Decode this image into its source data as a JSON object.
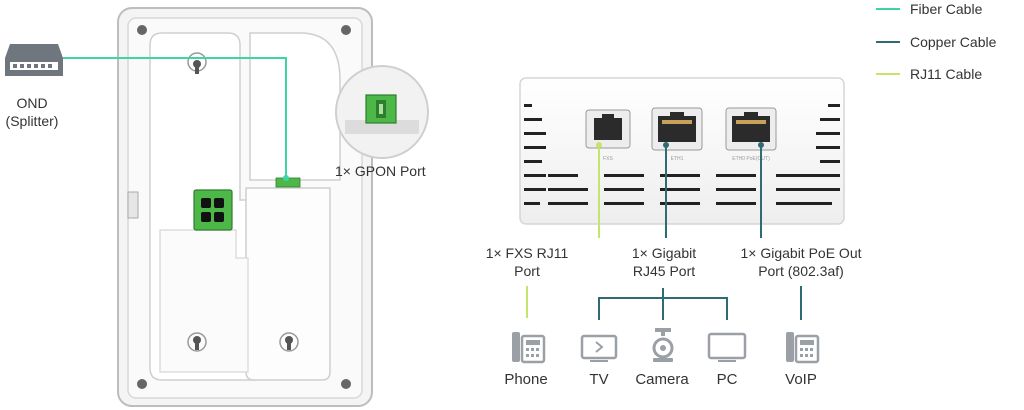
{
  "legend": {
    "fiber": "Fiber Cable",
    "copper": "Copper Cable",
    "rj11": "RJ11 Cable"
  },
  "colors": {
    "fiber": "#3fd4a6",
    "copper": "#2e6b72",
    "rj11": "#c7e46a",
    "port_green": "#4db848"
  },
  "ond": {
    "line1": "OND",
    "line2": "(Splitter)"
  },
  "gpon_label": "1× GPON Port",
  "port_markings": {
    "fxs": "FXS",
    "eth1": "ETH1",
    "eth0": "ETH0 PoE(OUT)"
  },
  "ports": {
    "fxs": {
      "line1": "1× FXS RJ11",
      "line2": "Port"
    },
    "rj45": {
      "line1": "1× Gigabit",
      "line2": "RJ45 Port"
    },
    "poe": {
      "line1": "1× Gigabit PoE Out",
      "line2": "Port (802.3af)"
    }
  },
  "devices": {
    "phone": "Phone",
    "tv": "TV",
    "camera": "Camera",
    "pc": "PC",
    "voip": "VoIP"
  }
}
